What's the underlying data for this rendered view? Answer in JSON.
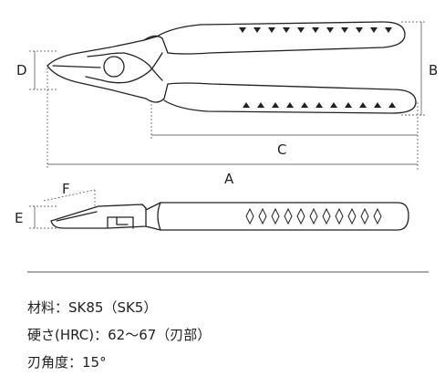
{
  "dimensions": {
    "A": "A",
    "B": "B",
    "C": "C",
    "D": "D",
    "E": "E",
    "F": "F"
  },
  "specs": [
    "材料：SK85（SK5）",
    "硬さ(HRC)：62～67（刃部）",
    "刃角度：15°"
  ],
  "colors": {
    "line": "#222222",
    "dim_line": "#444444",
    "separator": "#555555"
  }
}
